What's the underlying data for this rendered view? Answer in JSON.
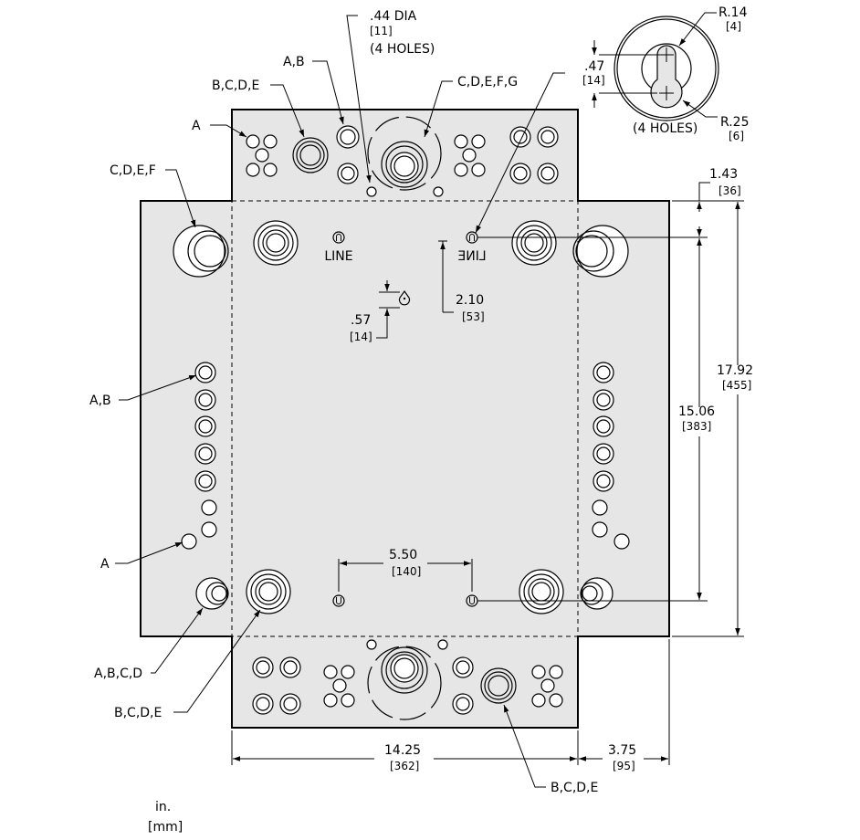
{
  "labels": {
    "hole_dia": ".44  DIA",
    "hole_dia_mm": "[11]",
    "four_holes_top": "(4  HOLES)",
    "ab_top": "A,B",
    "bcde_top": "B,C,D,E",
    "cdefg_top": "C,D,E,F,G",
    "a_top": "A",
    "cdef_left": "C,D,E,F",
    "ab_left": "A,B",
    "a_left": "A",
    "abcd_bottom": "A,B,C,D",
    "bcde_bottom_left": "B,C,D,E",
    "bcde_bottom_right": "B,C,D,E",
    "line_left": "LINE",
    "line_right": "LINE"
  },
  "keyhole_detail": {
    "r_small": "R.14",
    "r_small_mm": "[4]",
    "offset": ".47",
    "offset_mm": "[14]",
    "four_holes": "(4  HOLES)",
    "r_large": "R.25",
    "r_large_mm": "[6]"
  },
  "dimensions": {
    "d1": "1.43",
    "d1_mm": "[36]",
    "d2": "17.92",
    "d2_mm": "[455]",
    "d3": "15.06",
    "d3_mm": "[383]",
    "d4": "2.10",
    "d4_mm": "[53]",
    "d5": ".57",
    "d5_mm": "[14]",
    "d6": "5.50",
    "d6_mm": "[140]",
    "d7": "14.25",
    "d7_mm": "[362]",
    "d8": "3.75",
    "d8_mm": "[95]"
  },
  "units": {
    "inch": "in.",
    "mm": "[mm]"
  }
}
